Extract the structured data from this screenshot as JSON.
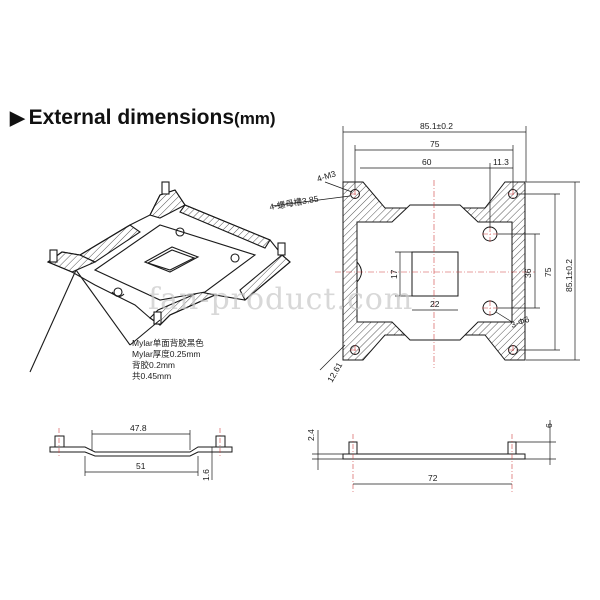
{
  "title": {
    "arrow": "▶",
    "main": "External dimensions",
    "unit": "(mm)"
  },
  "watermark": "fan-product.com",
  "notes": [
    "Mylar单面背胶黑色",
    "Mylar厚度0.25mm",
    "背胶0.2mm",
    "共0.45mm"
  ],
  "top_view": {
    "overall_width": "85.1±0.2",
    "hole_spacing_x": "75",
    "inner_width": "60",
    "offset": "11.3",
    "thread_label": "4-M3",
    "counterbore_label": "4-螺母槽3.85",
    "center_hole_label": "3-Φ6",
    "hole_spacing_y": "75",
    "overall_height": "85.1±0.2",
    "height_36": "36",
    "height_17": "17",
    "width_22": "22",
    "corner_dim": "12.61"
  },
  "side_view_left": {
    "span_top": "47.8",
    "span_bottom": "51",
    "thickness": "1.6"
  },
  "side_view_right": {
    "left_height": "2.4",
    "right_height": "6",
    "span": "72"
  },
  "colors": {
    "line": "#1a1a1a",
    "hatch": "#555555",
    "center": "#d04040"
  }
}
